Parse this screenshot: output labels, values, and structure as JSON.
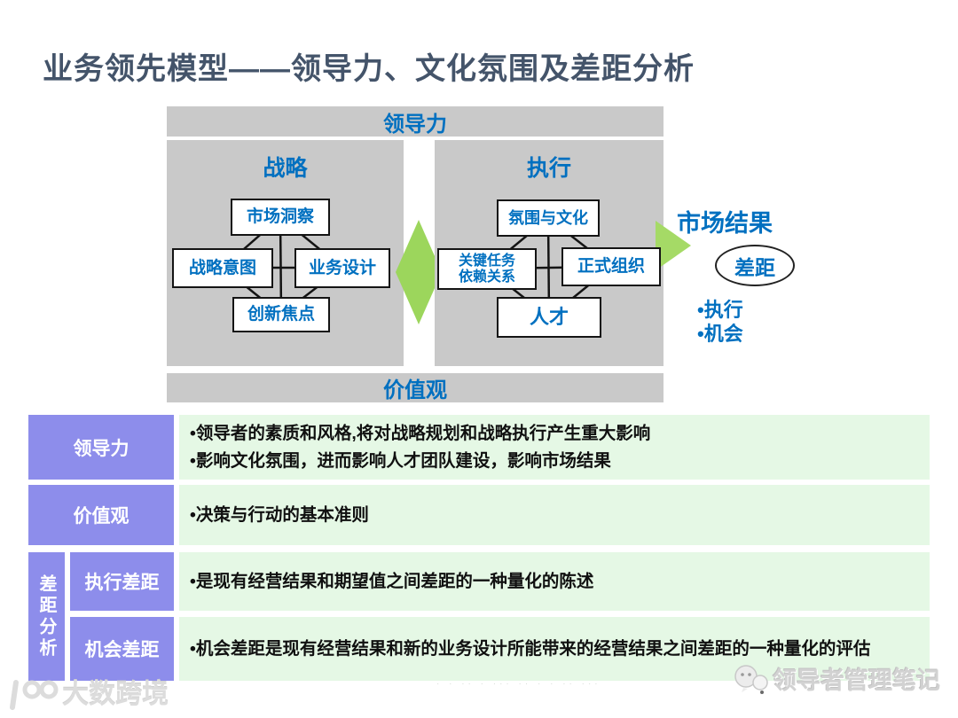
{
  "title": "业务领先模型——领导力、文化氛围及差距分析",
  "colors": {
    "title": "#44546A",
    "blue_text": "#0070C0",
    "gray_block": "#c9c9c9",
    "purple_cell": "#8d8deb",
    "green_cell": "#e5f8e5",
    "green_arrow": "#9cd65c"
  },
  "model": {
    "top_bar": "领导力",
    "bottom_bar": "价值观",
    "left_panel": {
      "title": "战略",
      "nodes": {
        "top": "市场洞察",
        "left": "战略意图",
        "right": "业务设计",
        "bottom": "创新焦点"
      }
    },
    "right_panel": {
      "title": "执行",
      "nodes": {
        "top": "氛围与文化",
        "left_line1": "关键任务",
        "left_line2": "依赖关系",
        "right": "正式组织",
        "bottom": "人才"
      }
    },
    "result": {
      "heading": "市场结果",
      "ellipse": "差距",
      "bullets": [
        "•执行",
        "•机会"
      ]
    }
  },
  "table": {
    "rows": [
      {
        "label": "领导力",
        "lines": [
          "•领导者的素质和风格,将对战略规划和战略执行产生重大影响",
          "•影响文化氛围，进而影响人才团队建设，影响市场结果"
        ]
      },
      {
        "label": "价值观",
        "lines": [
          "•决策与行动的基本准则"
        ]
      },
      {
        "group": "差距分析",
        "label": "执行差距",
        "lines": [
          "•是现有经营结果和期望值之间差距的一种量化的陈述"
        ]
      },
      {
        "label": "机会差距",
        "lines": [
          "•机会差距是现有经营结果和新的业务设计所能带来的经营结果之间差距的一种量化的评估"
        ]
      }
    ]
  },
  "footer": {
    "logo_left": "大数跨境",
    "logo_left_mark": "100",
    "watermark_right": "领导者管理笔记",
    "faint_marks": "· ·  ·· ·  ··· ··  · ·   ·· ···"
  }
}
